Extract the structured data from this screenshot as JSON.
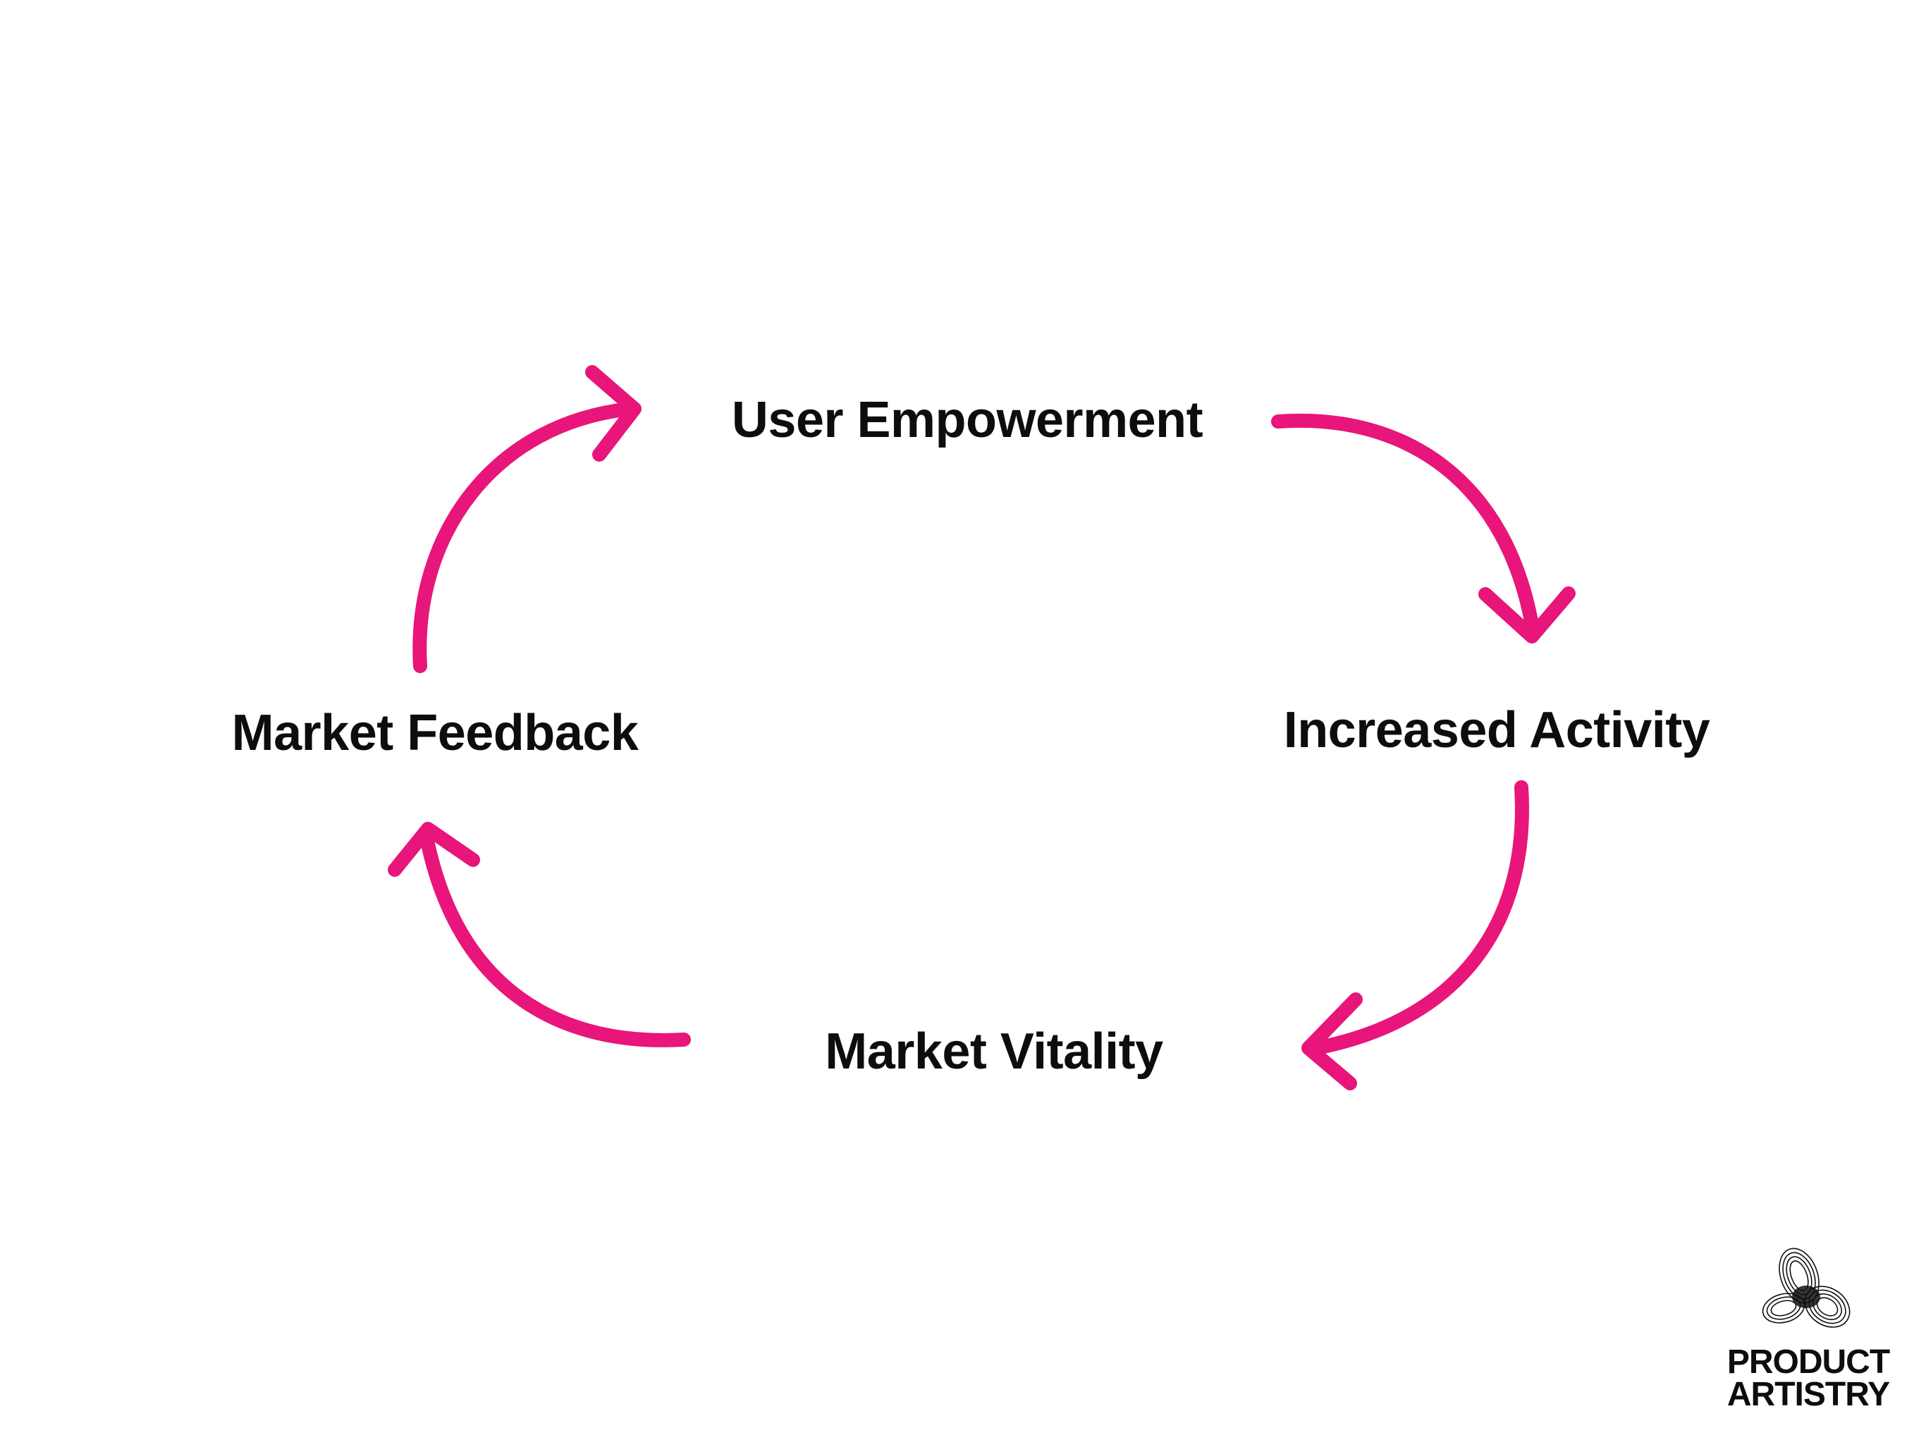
{
  "diagram": {
    "nodes": [
      {
        "id": "user-empowerment",
        "label": "User Empowerment"
      },
      {
        "id": "increased-activity",
        "label": "Increased Activity"
      },
      {
        "id": "market-vitality",
        "label": "Market Vitality"
      },
      {
        "id": "market-feedback",
        "label": "Market Feedback"
      }
    ],
    "edges": [
      {
        "from": "user-empowerment",
        "to": "increased-activity"
      },
      {
        "from": "increased-activity",
        "to": "market-vitality"
      },
      {
        "from": "market-vitality",
        "to": "market-feedback"
      },
      {
        "from": "market-feedback",
        "to": "user-empowerment"
      }
    ],
    "arrow_color": "#E8157A",
    "text_color": "#0d0d0d"
  },
  "logo": {
    "line1": "PRODUCT",
    "line2": "ARTISTRY",
    "icon": "intertwined-rings-logo-icon"
  }
}
